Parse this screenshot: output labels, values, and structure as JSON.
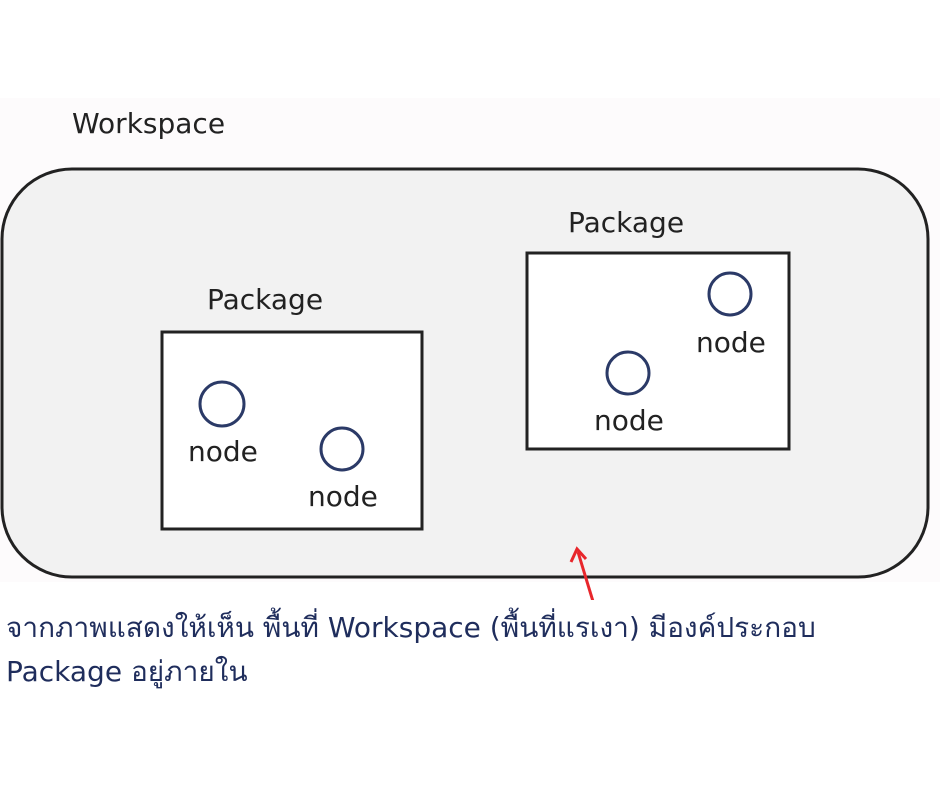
{
  "diagram": {
    "workspace_label": "Workspace",
    "packages": [
      {
        "label": "Package",
        "nodes": [
          "node",
          "node"
        ]
      },
      {
        "label": "Package",
        "nodes": [
          "node",
          "node"
        ]
      }
    ]
  },
  "caption": {
    "line1": "จากภาพแสดงให้เห็น พื้นที่ Workspace (พื้นที่แรเงา) มีองค์ประกอบ",
    "line2": "Package อยู่ภายใน"
  },
  "colors": {
    "workspace_fill": "#f2f2f2",
    "node_stroke": "#2b3a67",
    "arrow": "#e8262b",
    "caption": "#1f2d5c"
  }
}
